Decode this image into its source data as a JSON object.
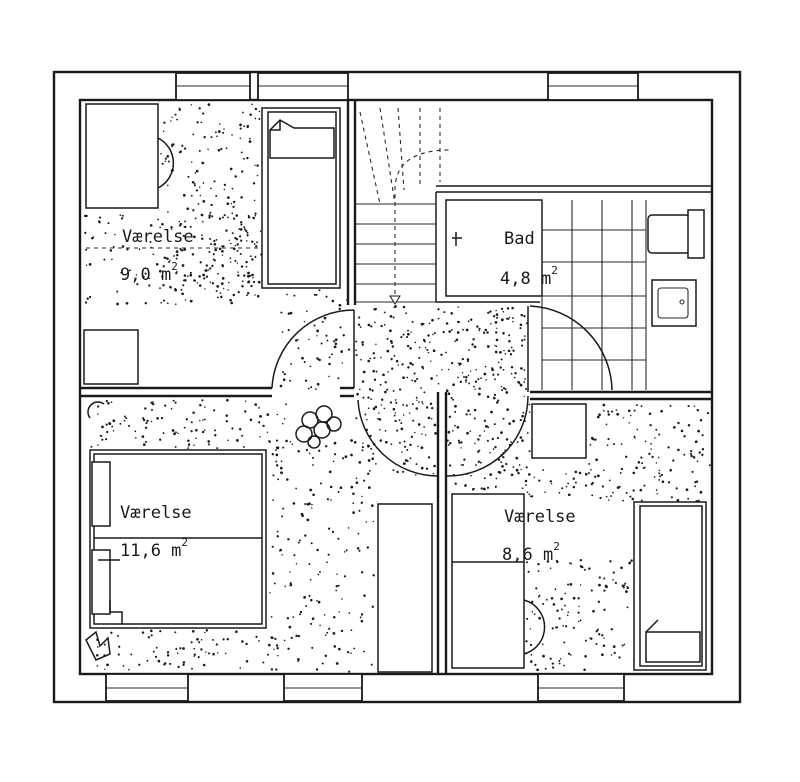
{
  "rooms": [
    {
      "id": "bedroom-1",
      "name": "Værelse",
      "area_number": "9,0 m",
      "area_exp": "2"
    },
    {
      "id": "bathroom",
      "name": "Bad",
      "area_number": "4,8 m",
      "area_exp": "2"
    },
    {
      "id": "bedroom-2",
      "name": "Værelse",
      "area_number": "11,6 m",
      "area_exp": "2"
    },
    {
      "id": "bedroom-3",
      "name": "Værelse",
      "area_number": "8,6 m",
      "area_exp": "2"
    }
  ]
}
